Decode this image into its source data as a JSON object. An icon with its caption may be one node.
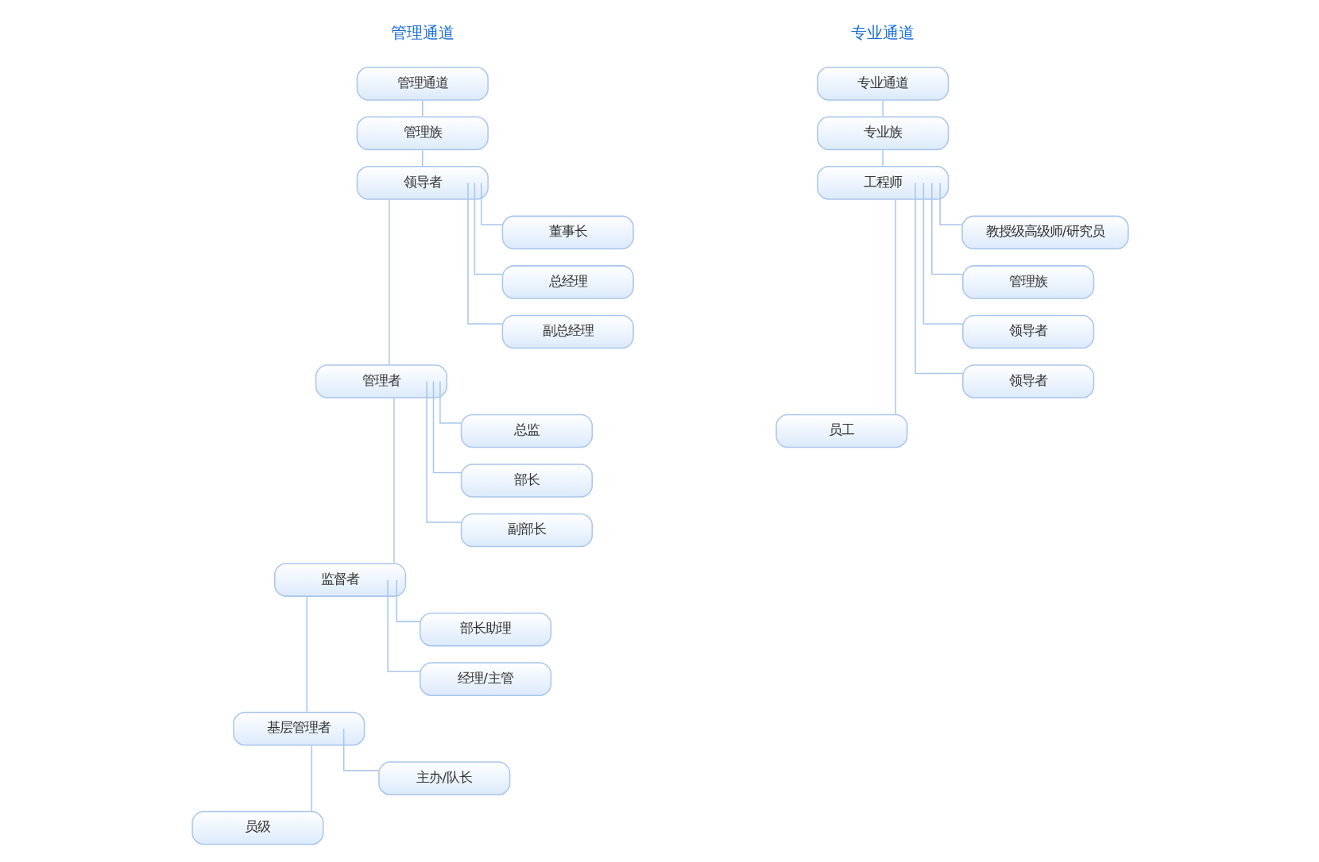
{
  "diagram": {
    "nodes": [
      {
        "text": [
          "管理通道"
        ]
      },
      {
        "text": [
          "管理族"
        ]
      },
      {
        "text": [
          "领导者"
        ]
      },
      {
        "text": [
          "董事长"
        ]
      },
      {
        "text": [
          "总经理"
        ]
      },
      {
        "text": [
          "副总经理"
        ]
      },
      {
        "text": [
          "管理者"
        ]
      },
      {
        "text": [
          "总监"
        ]
      },
      {
        "text": [
          "部长"
        ]
      },
      {
        "text": [
          "副部长"
        ]
      },
      {
        "text": [
          "监督者"
        ]
      },
      {
        "text": [
          "部长助理"
        ]
      },
      {
        "text": [
          "经理/主管"
        ]
      },
      {
        "text": [
          "基层管理者"
        ]
      },
      {
        "text": [
          "主办/队长"
        ]
      },
      {
        "text": [
          "员级"
        ]
      },
      {
        "text": [
          "专业通道"
        ]
      },
      {
        "text": [
          "专业族"
        ]
      },
      {
        "text": [
          "工程师"
        ]
      },
      {
        "text": [
          "教授级高级师/研究员"
        ]
      },
      {
        "text": [
          "管理族"
        ]
      },
      {
        "text": [
          "领导者"
        ]
      },
      {
        "text": [
          "领导者"
        ]
      },
      {
        "text": [
          "员工"
        ]
      }
    ],
    "edges": [
      {
        "from": 0,
        "to": 1,
        "arrow": "none"
      },
      {
        "from": 1,
        "to": 2,
        "arrow": "none"
      },
      {
        "from": 2,
        "to": 3,
        "arrow": "none"
      },
      {
        "from": 2,
        "to": 4,
        "arrow": "none"
      },
      {
        "from": 2,
        "to": 5,
        "arrow": "none"
      },
      {
        "from": 2,
        "to": 6,
        "arrow": "none"
      },
      {
        "from": 6,
        "to": 7,
        "arrow": "none"
      },
      {
        "from": 6,
        "to": 8,
        "arrow": "none"
      },
      {
        "from": 6,
        "to": 9,
        "arrow": "none"
      },
      {
        "from": 6,
        "to": 10,
        "arrow": "none"
      },
      {
        "from": 10,
        "to": 11,
        "arrow": "none"
      },
      {
        "from": 10,
        "to": 12,
        "arrow": "none"
      },
      {
        "from": 10,
        "to": 13,
        "arrow": "none"
      },
      {
        "from": 13,
        "to": 14,
        "arrow": "none"
      },
      {
        "from": 13,
        "to": 15,
        "arrow": "none"
      },
      {
        "from": 16,
        "to": 17,
        "arrow": "none"
      },
      {
        "from": 17,
        "to": 18,
        "arrow": "none"
      },
      {
        "from": 18,
        "to": 19,
        "arrow": "none"
      },
      {
        "from": 18,
        "to": 20,
        "arrow": "none"
      },
      {
        "from": 18,
        "to": 21,
        "arrow": "none"
      },
      {
        "from": 18,
        "to": 22,
        "arrow": "none"
      },
      {
        "from": 18,
        "to": 23,
        "arrow": "none"
      }
    ],
    "labels": [
      "管理通道",
      "专业通道"
    ]
  }
}
